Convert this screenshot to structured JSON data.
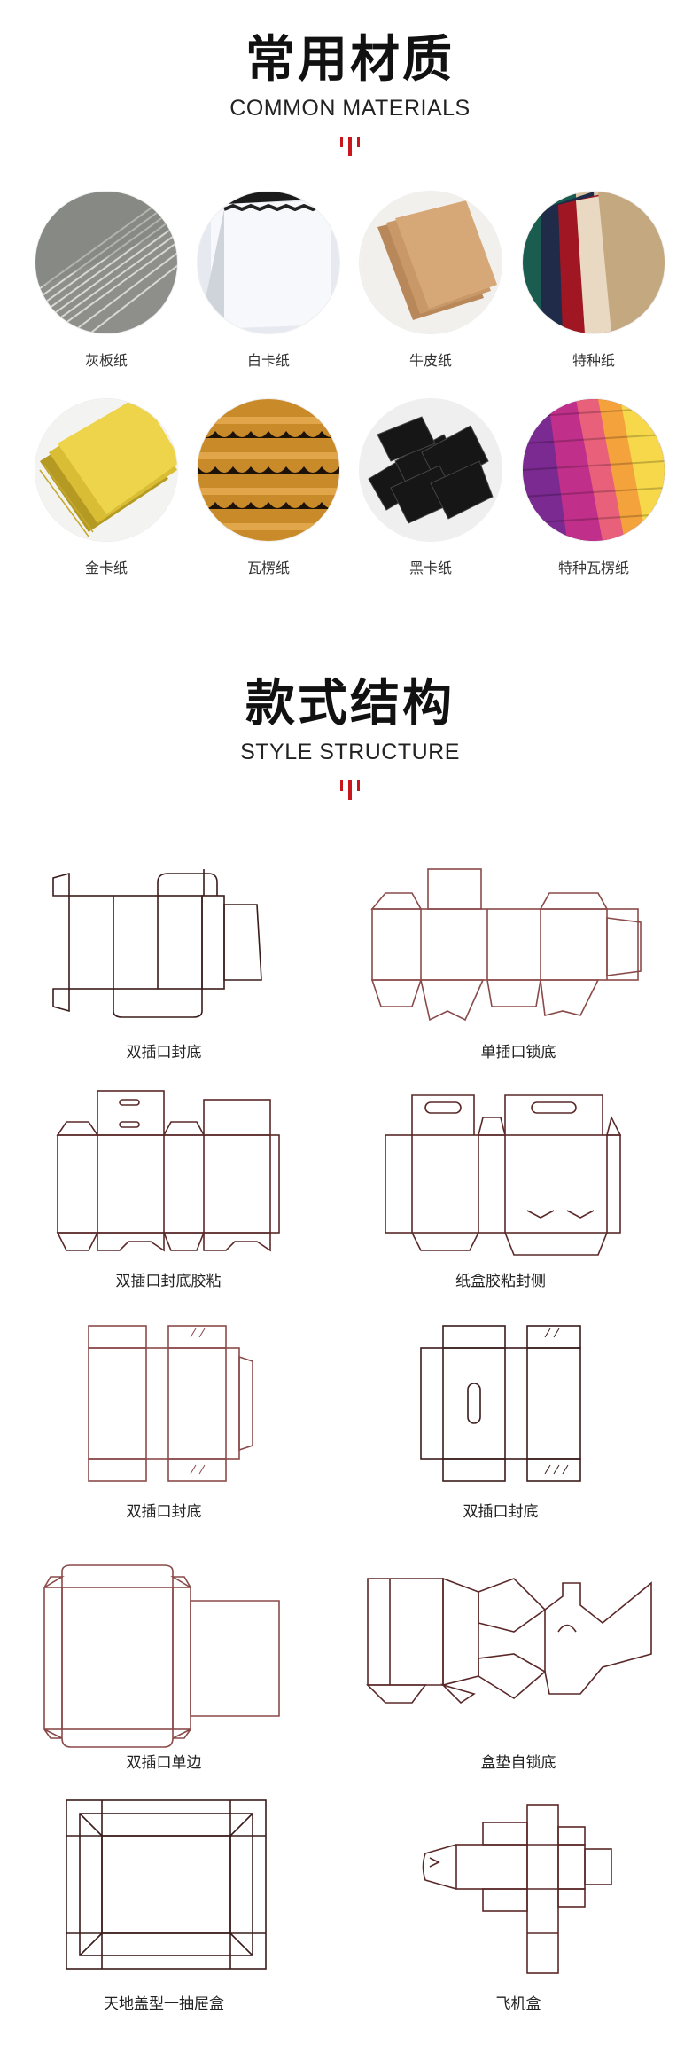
{
  "section_materials": {
    "title_cn": "常用材质",
    "title_en": "COMMON MATERIALS",
    "items": [
      {
        "label": "灰板纸",
        "icon": "grey-board-paper-image"
      },
      {
        "label": "白卡纸",
        "icon": "white-card-paper-image"
      },
      {
        "label": "牛皮纸",
        "icon": "kraft-paper-image"
      },
      {
        "label": "特种纸",
        "icon": "special-paper-image"
      },
      {
        "label": "金卡纸",
        "icon": "gold-card-paper-image"
      },
      {
        "label": "瓦楞纸",
        "icon": "corrugated-paper-image"
      },
      {
        "label": "黑卡纸",
        "icon": "black-card-paper-image"
      },
      {
        "label": "特种瓦楞纸",
        "icon": "special-corrugated-paper-image"
      }
    ]
  },
  "section_structure": {
    "title_cn": "款式结构",
    "title_en": "STYLE STRUCTURE",
    "items": [
      {
        "label": "双插口封底"
      },
      {
        "label": "单插口锁底"
      },
      {
        "label": "双插口封底胶粘"
      },
      {
        "label": "纸盒胶粘封侧"
      },
      {
        "label": "双插口封底"
      },
      {
        "label": "双插口封底"
      },
      {
        "label": "双插口单边"
      },
      {
        "label": "盒垫自锁底"
      },
      {
        "label": "天地盖型一抽屉盒"
      },
      {
        "label": "飞机盒"
      }
    ]
  },
  "colors": {
    "accent": "#c8161d",
    "die_line": "#8a4a4a",
    "die_line_dark": "#3a1c1c"
  }
}
